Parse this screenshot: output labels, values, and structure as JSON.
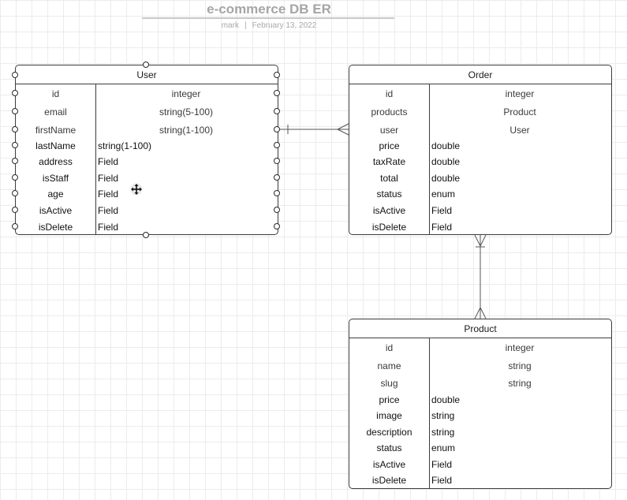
{
  "document": {
    "title": "e-commerce DB ER",
    "author": "mark",
    "date": "February 13, 2022"
  },
  "entities": [
    {
      "name": "User",
      "fields": [
        {
          "name": "id",
          "type": "integer"
        },
        {
          "name": "email",
          "type": "string(5-100)"
        },
        {
          "name": "firstName",
          "type": "string(1-100)"
        },
        {
          "name": "lastName",
          "type": "string(1-100)"
        },
        {
          "name": "address",
          "type": "Field"
        },
        {
          "name": "isStaff",
          "type": "Field"
        },
        {
          "name": "age",
          "type": "Field"
        },
        {
          "name": "isActive",
          "type": "Field"
        },
        {
          "name": "isDelete",
          "type": "Field"
        }
      ]
    },
    {
      "name": "Order",
      "fields": [
        {
          "name": "id",
          "type": "integer"
        },
        {
          "name": "products",
          "type": "Product"
        },
        {
          "name": "user",
          "type": "User"
        },
        {
          "name": "price",
          "type": "double"
        },
        {
          "name": "taxRate",
          "type": "double"
        },
        {
          "name": "total",
          "type": "double"
        },
        {
          "name": "status",
          "type": "enum"
        },
        {
          "name": "isActive",
          "type": "Field"
        },
        {
          "name": "isDelete",
          "type": "Field"
        }
      ]
    },
    {
      "name": "Product",
      "fields": [
        {
          "name": "id",
          "type": "integer"
        },
        {
          "name": "name",
          "type": "string"
        },
        {
          "name": "slug",
          "type": "string"
        },
        {
          "name": "price",
          "type": "double"
        },
        {
          "name": "image",
          "type": "string"
        },
        {
          "name": "description",
          "type": "string"
        },
        {
          "name": "status",
          "type": "enum"
        },
        {
          "name": "isActive",
          "type": "Field"
        },
        {
          "name": "isDelete",
          "type": "Field"
        }
      ]
    }
  ],
  "relationships": [
    {
      "from": "User",
      "to": "Order.user",
      "from_cardinality": "one",
      "to_cardinality": "many"
    },
    {
      "from": "Order",
      "to": "Product",
      "from_cardinality": "many",
      "to_cardinality": "many"
    }
  ],
  "colors": {
    "border": "#3c3c3c",
    "title": "#a6a6a6",
    "grid": "#ececec",
    "connector": "#555555"
  },
  "icons": {
    "cursor": "move-cursor-icon",
    "port": "connection-port-icon"
  }
}
